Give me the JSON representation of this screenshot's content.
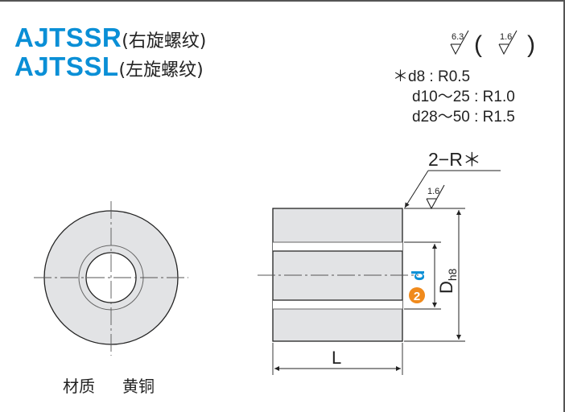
{
  "title_right": {
    "code": "AJTSSR",
    "desc": "(右旋螺纹)"
  },
  "title_left": {
    "code": "AJTSSL",
    "desc": "(左旋螺纹)"
  },
  "roughness": {
    "primary": "6.3",
    "secondary": "1.6",
    "open_paren": "(",
    "close_paren": ")"
  },
  "notes": {
    "line1": "＊d8 : R0.5",
    "line2": "d10～25 : R1.0",
    "line3": "d28～50 : R1.5"
  },
  "chamfer_label": "2−R＊",
  "edge_roughness": "1.6",
  "dimensions": {
    "length": "L",
    "inner": "d",
    "outer_main": "D",
    "outer_tol": "h8"
  },
  "marker": "2",
  "material": {
    "label": "材质",
    "value": "黄铜"
  },
  "colors": {
    "title": "#0a8fd6",
    "inner_dim": "#0a8fd6",
    "marker": "#f08a1c",
    "body_fill": "#e2e3e5"
  }
}
